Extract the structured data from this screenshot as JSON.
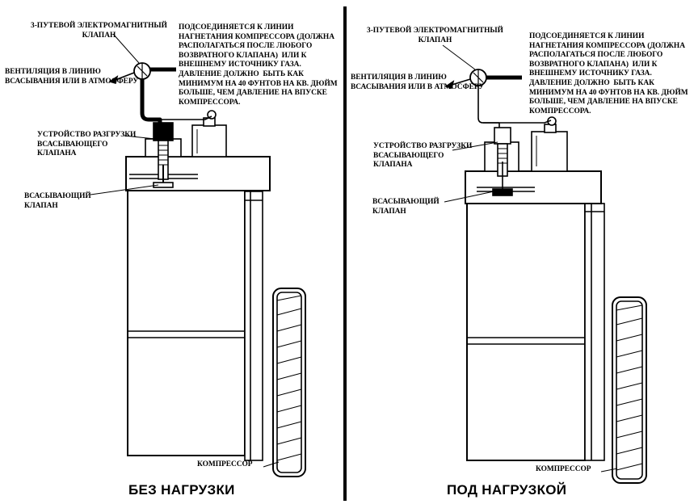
{
  "panels": [
    {
      "caption": "БЕЗ НАГРУЗКИ",
      "solenoid_valve": "3-ПУТЕВОЙ ЭЛЕКТРОМАГНИТНЫЙ\nКЛАПАН",
      "connect_note": "ПОДСОЕДИНЯЕТСЯ К ЛИНИИ\nНАГНЕТАНИЯ КОМПРЕССОРА (ДОЛЖНА\nРАСПОЛАГАТЬСЯ ПОСЛЕ ЛЮБОГО\nВОЗВРАТНОГО КЛАПАНА)  ИЛИ К\nВНЕШНЕМУ ИСТОЧНИКУ ГАЗА.\nДАВЛЕНИЕ ДОЛЖНО  БЫТЬ КАК\nМИНИМУМ НА 40 ФУНТОВ НА КВ. ДЮЙМ\nБОЛЬШЕ, ЧЕМ ДАВЛЕНИЕ НА ВПУСКЕ\nКОМПРЕССОРА.",
      "vent": "ВЕНТИЛЯЦИЯ В ЛИНИЮ\nВСАСЫВАНИЯ ИЛИ В АТМОСФЕРУ",
      "unloader": "УСТРОЙСТВО РАЗГРУЗКИ\nВСАСЫВАЮЩЕГО\nКЛАПАНА",
      "suction_valve": "ВСАСЫВАЮЩИЙ\nКЛАПАН",
      "compressor": "КОМПРЕССОР"
    },
    {
      "caption": "ПОД НАГРУЗКОЙ",
      "solenoid_valve": "3-ПУТЕВОЙ ЭЛЕКТРОМАГНИТНЫЙ\nКЛАПАН",
      "connect_note": "ПОДСОЕДИНЯЕТСЯ К ЛИНИИ\nНАГНЕТАНИЯ КОМПРЕССОРА (ДОЛЖНА\nРАСПОЛАГАТЬСЯ ПОСЛЕ ЛЮБОГО\nВОЗВРАТНОГО КЛАПАНА)  ИЛИ К\nВНЕШНЕМУ ИСТОЧНИКУ ГАЗА.\nДАВЛЕНИЕ ДОЛЖНО  БЫТЬ КАК\nМИНИМУМ НА 40 ФУНТОВ НА КВ. ДЮЙМ\nБОЛЬШЕ, ЧЕМ ДАВЛЕНИЕ НА ВПУСКЕ\nКОМПРЕССОРА.",
      "vent": "ВЕНТИЛЯЦИЯ В ЛИНИЮ\nВСАСЫВАНИЯ ИЛИ В АТМОСФЕРУ",
      "unloader": "УСТРОЙСТВО РАЗГРУЗКИ\nВСАСЫВАЮЩЕГО\nКЛАПАНА",
      "suction_valve": "ВСАСЫВАЮЩИЙ\nКЛАПАН",
      "compressor": "КОМПРЕССОР"
    }
  ],
  "colors": {
    "ink": "#000000",
    "paper": "#ffffff"
  }
}
